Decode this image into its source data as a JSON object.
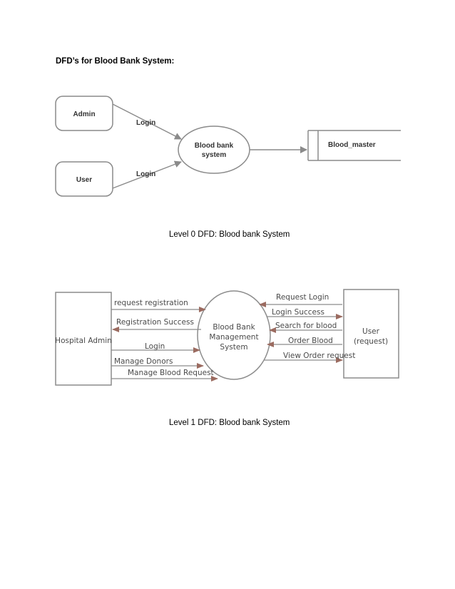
{
  "heading": "DFD’s for Blood Bank System:",
  "level0": {
    "caption": "Level 0 DFD: Blood bank System",
    "admin": "Admin",
    "user": "User",
    "process_line1": "Blood bank",
    "process_line2": "system",
    "store": "Blood_master",
    "flow_admin": "Login",
    "flow_user": "Login"
  },
  "level1": {
    "caption": "Level 1 DFD: Blood bank System",
    "hospital_admin": "Hospital Admin",
    "user_line1": "User",
    "user_line2": "(request)",
    "process_line1": "Blood Bank",
    "process_line2": "Management",
    "process_line3": "System",
    "left_flows": [
      "request registration",
      "Registration Success",
      "Login",
      "Manage Donors",
      "Manage Blood Request"
    ],
    "right_flows": [
      "Request Login",
      "Login Success",
      "Search for blood",
      "Order Blood",
      "View Order request"
    ]
  },
  "colors": {
    "level0_stroke": "#8a8a8a",
    "level1_stroke": "#8c8c8c",
    "level1_arrow": "#9b6b60"
  }
}
